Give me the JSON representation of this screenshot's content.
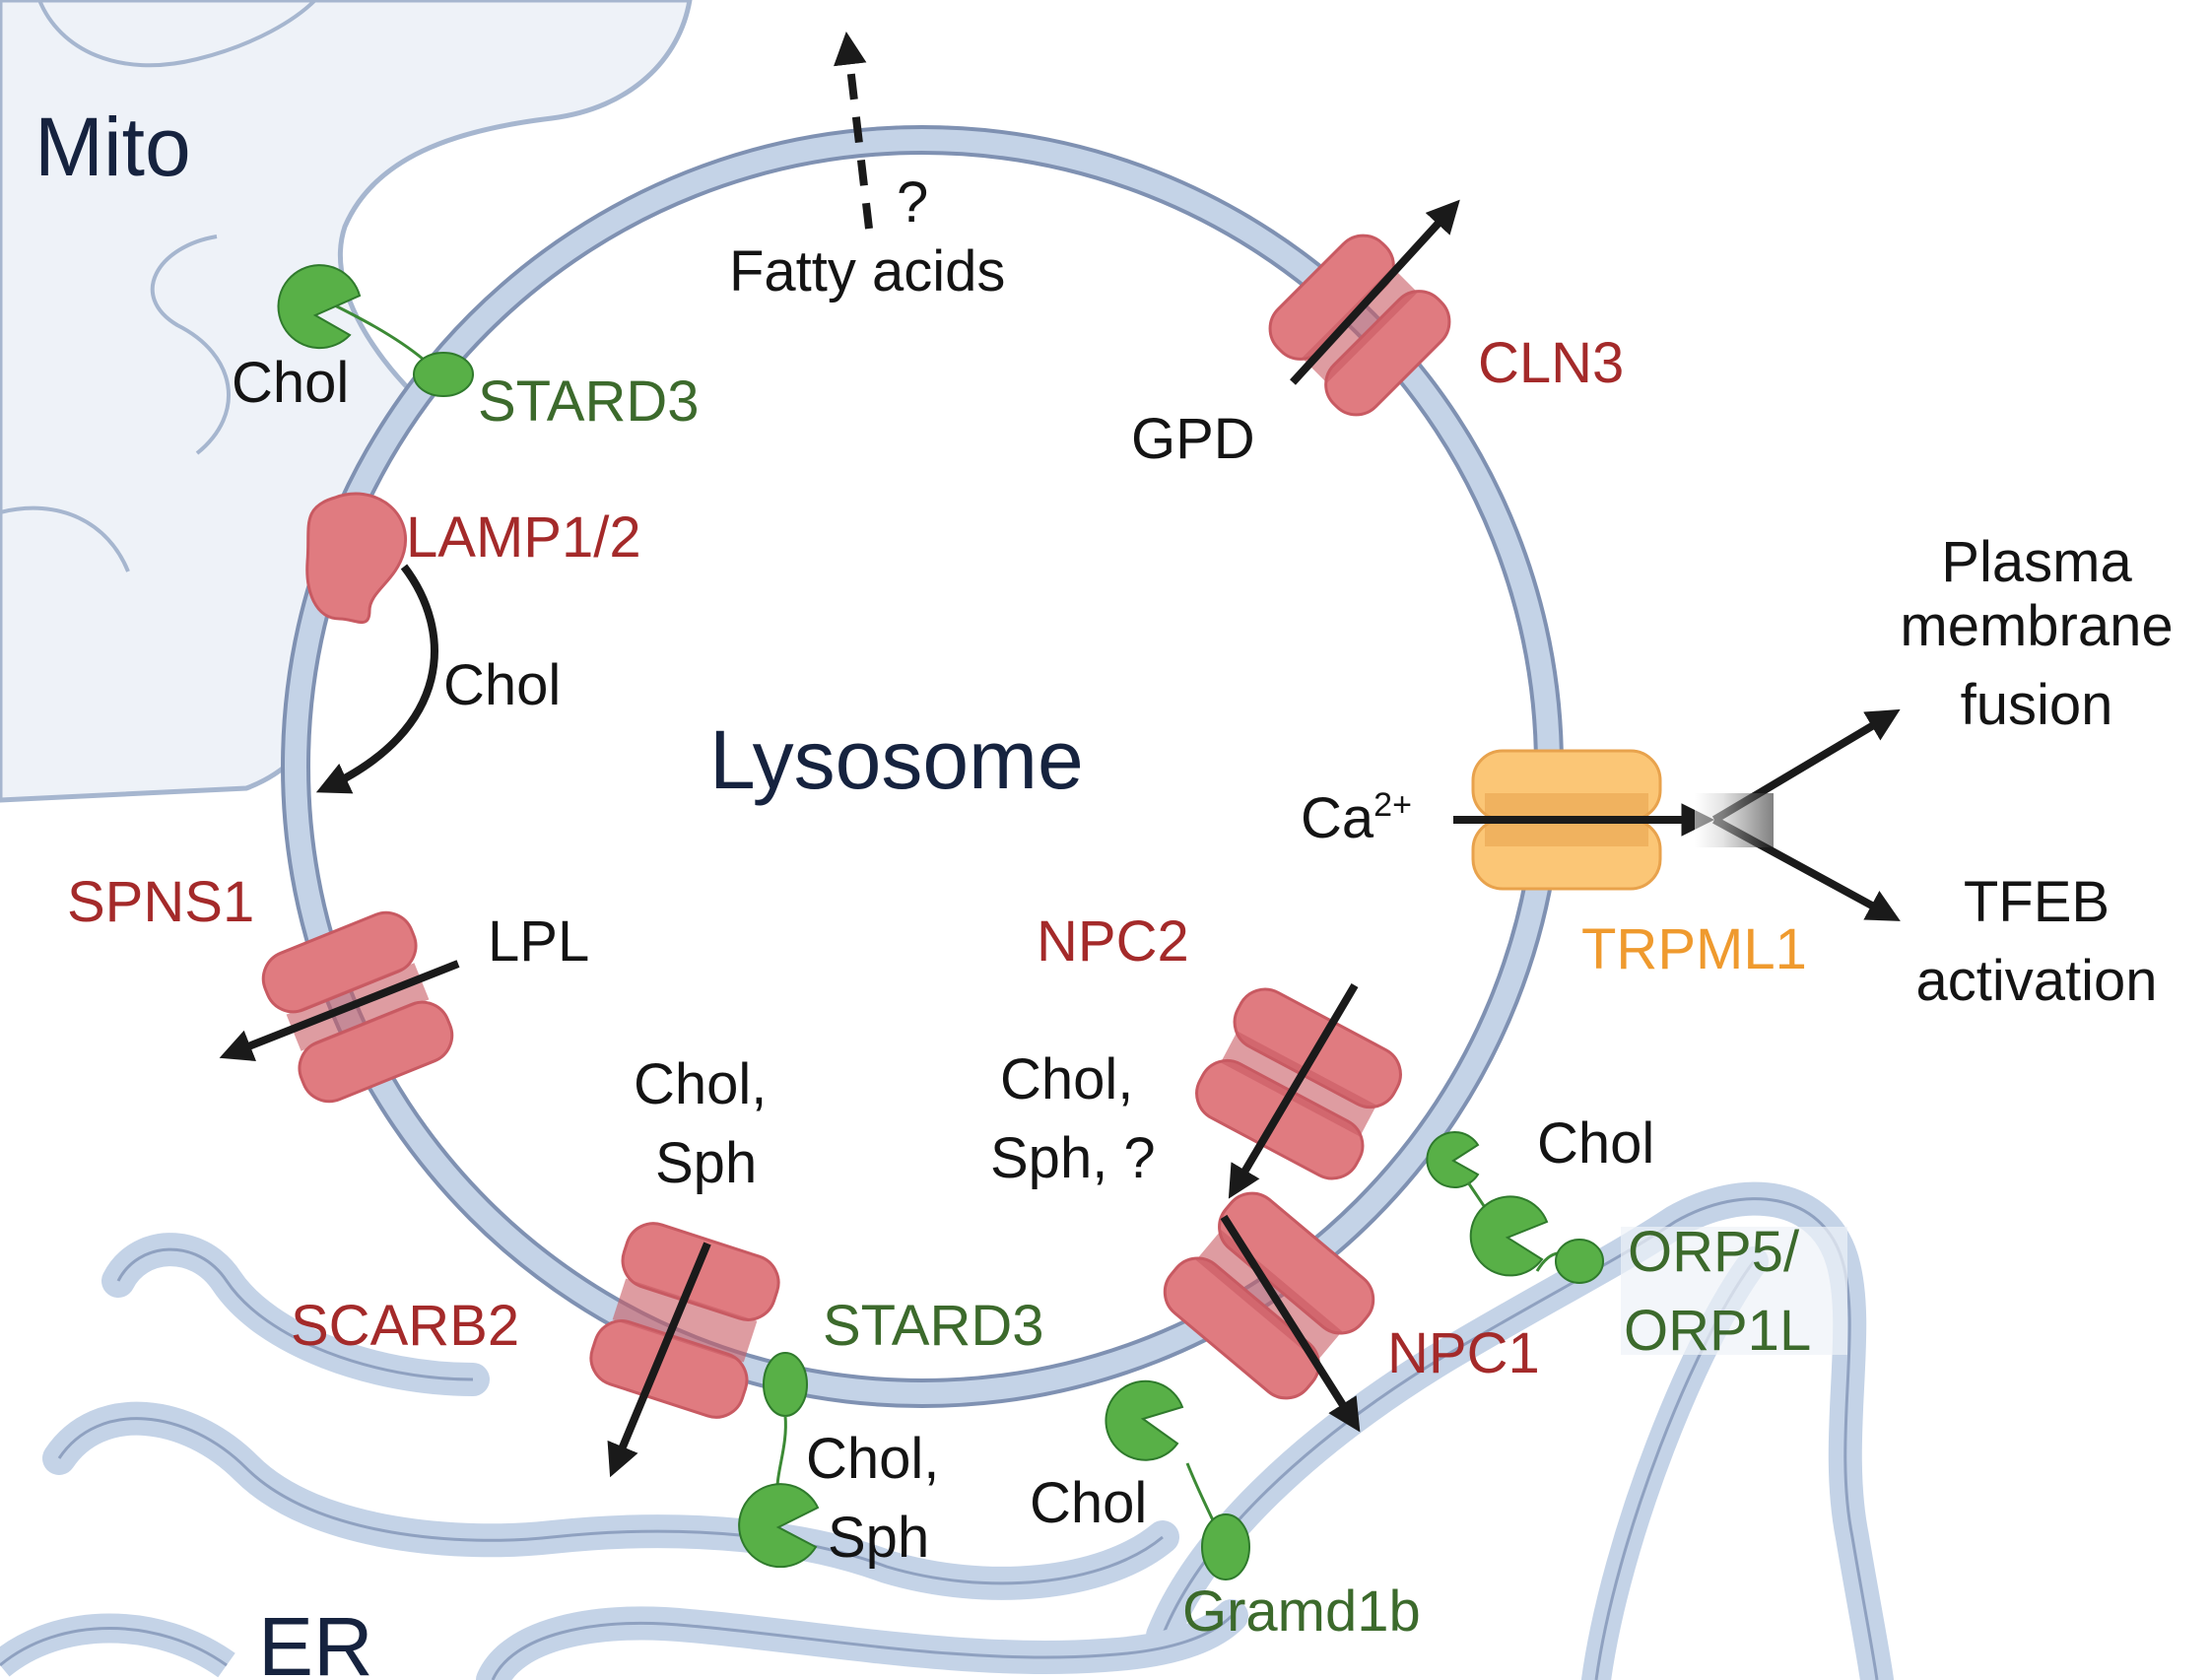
{
  "colors": {
    "membrane_fill": "#c4d3e7",
    "membrane_stroke": "#7f91b2",
    "organelle_fill": "#eef2f8",
    "transporter_red": "#e07b80",
    "transporter_red_dark": "#c85a62",
    "channel_orange": "#fbc676",
    "channel_orange_dark": "#e8a24c",
    "protein_green": "#58b047",
    "label_red": "#a42a2a",
    "label_green": "#3c6a2c",
    "label_orange": "#ef9a2e",
    "label_navy": "#16233f"
  },
  "organelles": {
    "mito": "Mito",
    "er": "ER",
    "lysosome": "Lysosome"
  },
  "proteins": {
    "stard3_top": "STARD3",
    "lamp": "LAMP1/2",
    "cln3": "CLN3",
    "spns1": "SPNS1",
    "scarb2": "SCARB2",
    "stard3_bottom": "STARD3",
    "npc2": "NPC2",
    "npc1": "NPC1",
    "trpml1": "TRPML1",
    "orp5": "ORP5/",
    "orp1l": "ORP1L",
    "gramd1b": "Gramd1b"
  },
  "substrates": {
    "fatty_acids": "Fatty acids",
    "question": "?",
    "chol_mito": "Chol",
    "chol_lamp": "Chol",
    "gpd": "GPD",
    "lpl": "LPL",
    "ca_base": "Ca",
    "ca_sup": "2+",
    "scarb2_chol": "Chol,",
    "scarb2_sph": "Sph",
    "npc_chol": "Chol,",
    "npc_sph": "Sph, ?",
    "stard3_chol": "Chol,",
    "stard3_sph": "Sph",
    "orp_chol": "Chol",
    "gramd_chol": "Chol"
  },
  "outcomes": {
    "pm_line1": "Plasma",
    "pm_line2": "membrane",
    "pm_line3": "fusion",
    "tfeb_line1": "TFEB",
    "tfeb_line2": "activation"
  }
}
